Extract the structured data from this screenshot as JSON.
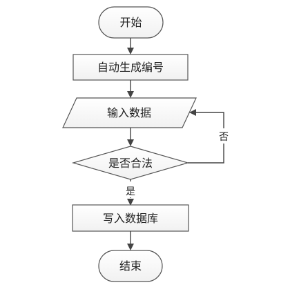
{
  "flowchart": {
    "start": "开始",
    "generate_id": "自动生成编号",
    "input_data": "输入数据",
    "is_valid": "是否合法",
    "no_label": "否",
    "yes_label": "是",
    "write_db": "写入数据库",
    "end": "结束"
  }
}
